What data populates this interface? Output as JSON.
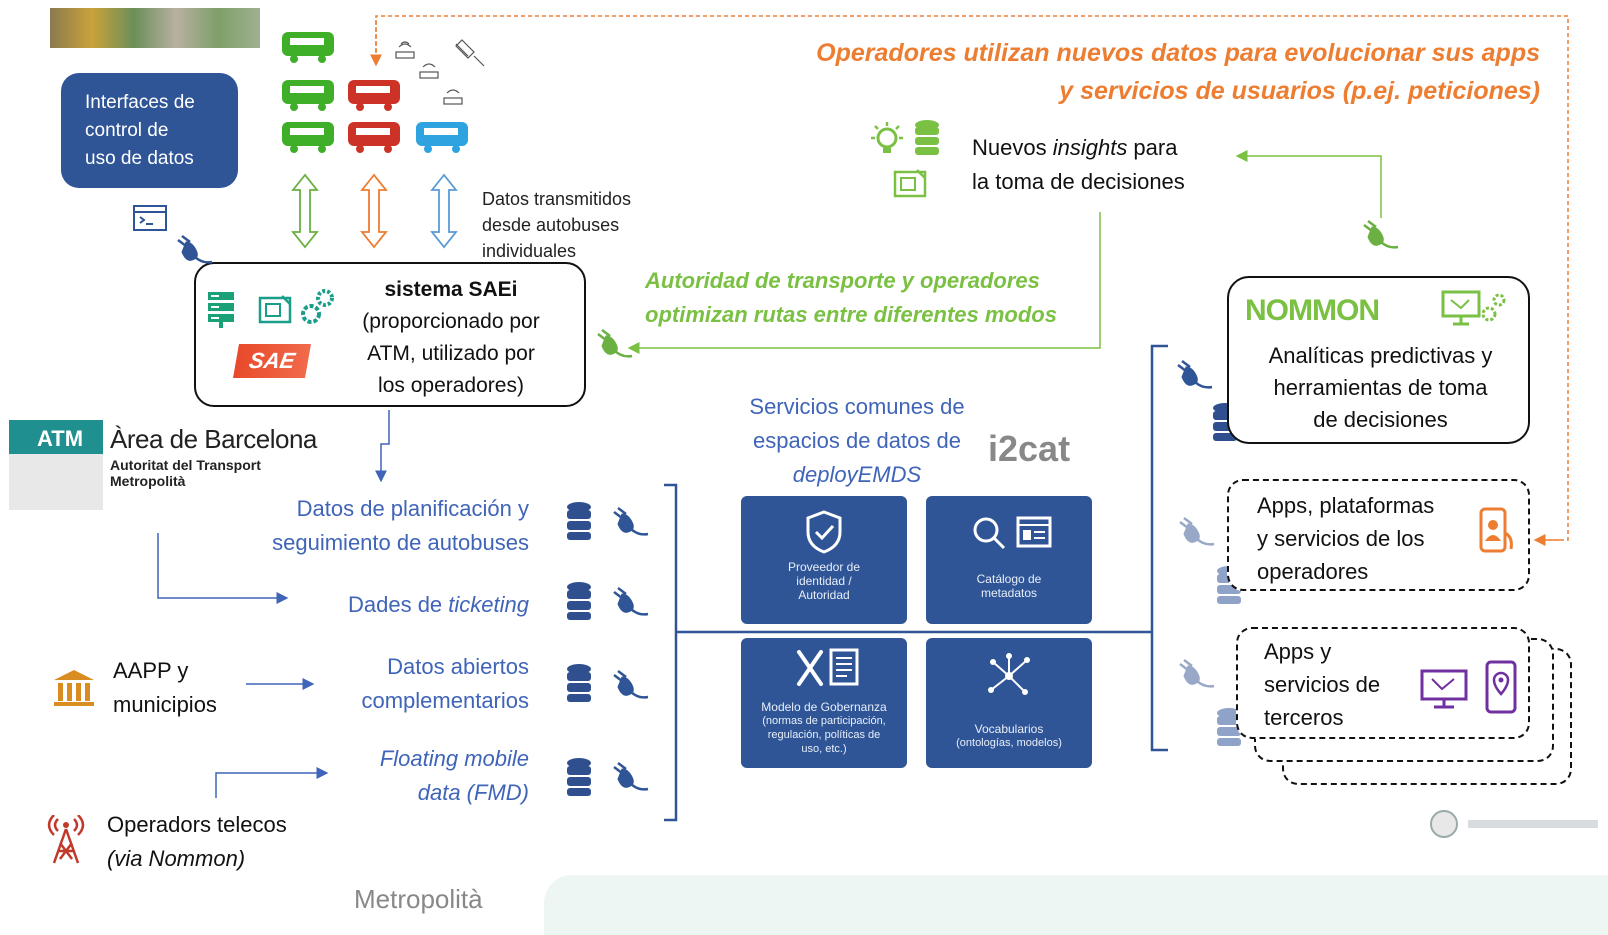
{
  "colors": {
    "blue": "#3f64b8",
    "green": "#7ac143",
    "orange": "#ed7d31",
    "navy": "#2f5597",
    "purple": "#7030a0",
    "red": "#c0392b"
  },
  "interfaces_box": {
    "line1": "Interfaces de",
    "line2": "control de",
    "line3": "uso de datos"
  },
  "bus_data": {
    "line1": "Datos transmitidos",
    "line2": "desde autobuses",
    "line3": "individuales"
  },
  "sae": {
    "title": "sistema SAEi",
    "line1": "(proporcionado por",
    "line2": "ATM, utilizado por",
    "line3": "los operadores)",
    "logo": "SAE"
  },
  "top_orange": {
    "line1": "Operadores utilizan nuevos datos para evolucionar sus apps",
    "line2": "y servicios de usuarios (p.ej. peticiones)"
  },
  "insights": {
    "pre": "Nuevos ",
    "em": "insights",
    "post": " para",
    "line2": "la toma de decisiones"
  },
  "green_note": {
    "line1": "Autoridad de transporte y operadores",
    "line2": "optimizan rutas entre diferentes modos"
  },
  "atm": {
    "abbr": "ATM",
    "name": "Àrea de Barcelona",
    "sub1": "Autoritat del Transport",
    "sub2": "Metropolità"
  },
  "sources": {
    "planning1": "Datos de planificación y",
    "planning2": "seguimiento de autobuses",
    "ticketing_pre": "Dades de ",
    "ticketing_em": "ticketing",
    "open1": "Datos abiertos",
    "open2": "complementarios",
    "fmd1": "Floating mobile",
    "fmd2": "data (FMD)"
  },
  "aapp": {
    "line1": "AAPP y",
    "line2": "municipios"
  },
  "telecos": {
    "line1": "Operadors telecos",
    "line2": "(via Nommon)"
  },
  "services_title": {
    "line1": "Servicios comunes de",
    "line2": "espacios de datos de",
    "line3": "deployEMDS",
    "logo": "i2cat"
  },
  "tiles": {
    "identity": [
      "Proveedor de",
      "identidad /",
      "Autoridad"
    ],
    "catalog": [
      "Catálogo de",
      "metadatos"
    ],
    "governance": [
      "Modelo de Gobernanza",
      "(normas de participación,",
      "regulación, políticas de",
      "uso, etc.)"
    ],
    "vocab": [
      "Vocabularios",
      "(ontologías, modelos)"
    ]
  },
  "nommon": {
    "logo": "NOMMON",
    "line1": "Analíticas predictivas y",
    "line2": "herramientas de toma",
    "line3": "de decisiones"
  },
  "apps_operators": {
    "line1": "Apps, plataformas",
    "line2": "y servicios de los",
    "line3": "operadores"
  },
  "apps_third": {
    "line1": "Apps y",
    "line2": "servicios de",
    "line3": "terceros"
  },
  "footer": {
    "text": "Metropolità"
  }
}
